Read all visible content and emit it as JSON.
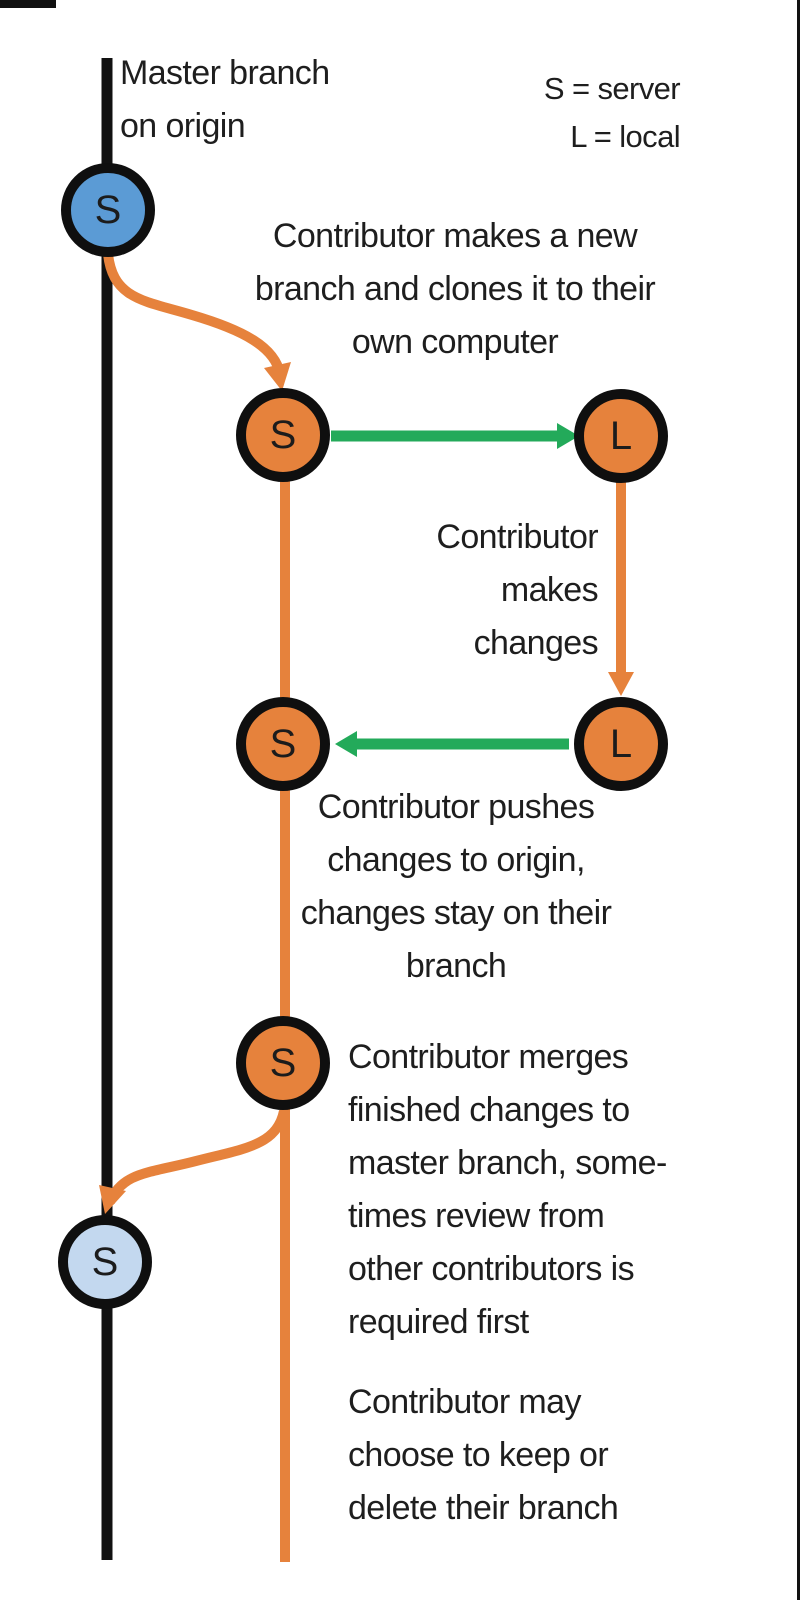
{
  "legend": {
    "server": "S = server",
    "local": "L = local"
  },
  "master_label": {
    "line1": "Master branch",
    "line2": "on origin"
  },
  "nodes": {
    "master_start": {
      "letter": "S"
    },
    "branch_server_1": {
      "letter": "S"
    },
    "local_1": {
      "letter": "L"
    },
    "branch_server_2": {
      "letter": "S"
    },
    "local_2": {
      "letter": "L"
    },
    "branch_server_3": {
      "letter": "S"
    },
    "master_merge": {
      "letter": "S"
    }
  },
  "notes": {
    "clone": [
      "Contributor makes a new",
      "branch and clones it to their",
      "own computer"
    ],
    "changes": [
      "Contributor",
      "makes",
      "changes"
    ],
    "push": [
      "Contributor pushes",
      "changes to origin,",
      "changes stay on their",
      "branch"
    ],
    "merge": [
      "Contributor merges",
      "finished changes to",
      "master branch, some-",
      "times review from",
      "other contributors is",
      "required first"
    ],
    "keep": [
      "Contributor may",
      "choose to keep or",
      "delete their branch"
    ]
  },
  "colors": {
    "branch_orange": "#E6823C",
    "sync_green": "#23AA5A",
    "master_blue": "#5B9BD5",
    "merged_lightblue": "#C3D8EF",
    "line_black": "#111111"
  }
}
